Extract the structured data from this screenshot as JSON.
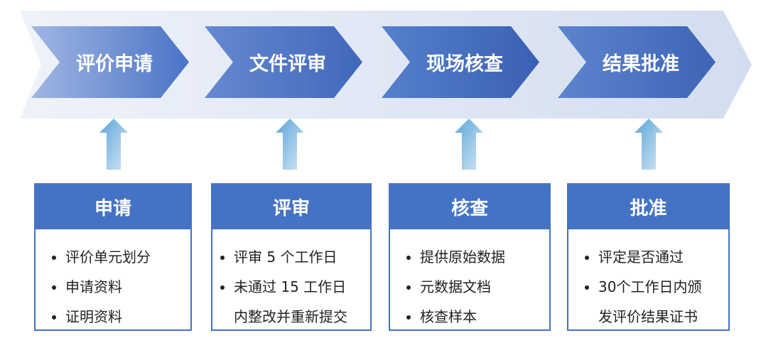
{
  "steps": [
    "评价申请",
    "文件评审",
    "现场核查",
    "结果批准"
  ],
  "boxes": [
    {
      "title": "申请",
      "items": [
        "评价单元划分",
        "申请资料",
        "证明资料"
      ]
    },
    {
      "title": "评审",
      "items": [
        "评审 5 个工作日",
        "未通过 15 工作日",
        "内整改并重新提交"
      ]
    },
    {
      "title": "核查",
      "items": [
        "提供原始数据",
        "元数据文档",
        "核查样本"
      ]
    },
    {
      "title": "批准",
      "items": [
        "评定是否通过",
        "30个工作日内颁",
        "发评价结果证书"
      ]
    }
  ],
  "colors": {
    "primary": "#4472c4",
    "band": "#dfe6f3",
    "arrow": "#6aaedc"
  }
}
